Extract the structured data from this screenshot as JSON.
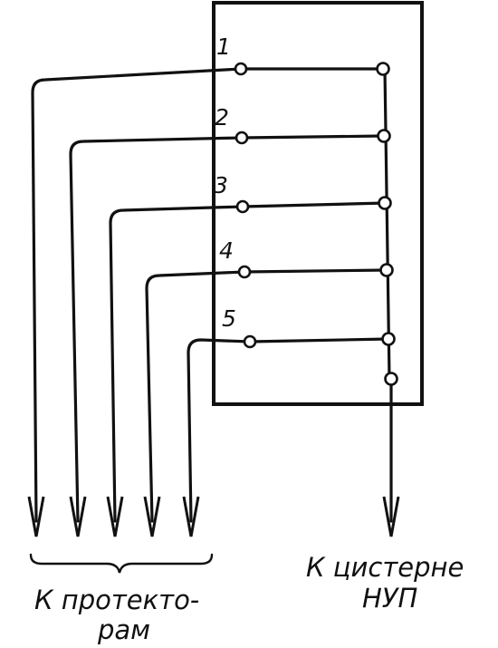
{
  "diagram": {
    "terminal_numbers": [
      "1",
      "2",
      "3",
      "4",
      "5"
    ],
    "left_caption": [
      "К протекто-",
      "рам"
    ],
    "right_caption": [
      "К цистерне",
      "НУП"
    ]
  }
}
